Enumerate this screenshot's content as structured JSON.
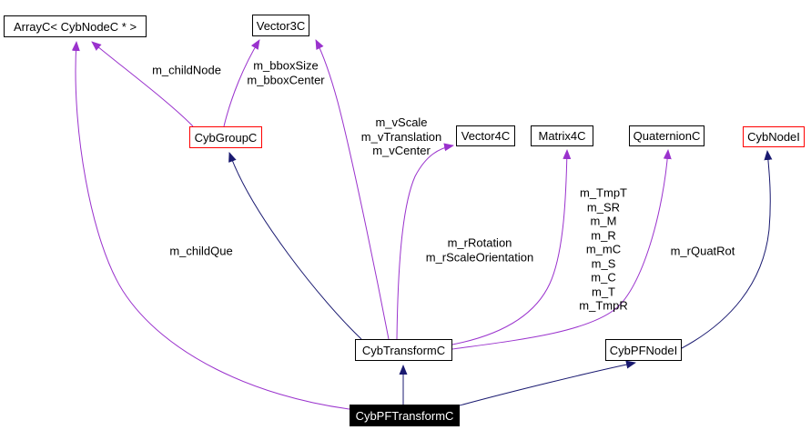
{
  "diagram": {
    "kind": "collaboration-graph",
    "colors": {
      "background": "#ffffff",
      "usage_edge": "#9a32cd",
      "inheritance_edge": "#191970",
      "node_border": "#000000",
      "highlight_node_border": "#ff0000",
      "focus_node_fill": "#000000",
      "focus_node_text": "#ffffff",
      "label_text": "#000000"
    },
    "nodes": [
      {
        "id": "arrayc",
        "label": "ArrayC< CybNodeC * >",
        "style": "normal"
      },
      {
        "id": "vector3c",
        "label": "Vector3C",
        "style": "normal"
      },
      {
        "id": "cybgroupc",
        "label": "CybGroupC",
        "style": "highlight"
      },
      {
        "id": "vector4c",
        "label": "Vector4C",
        "style": "normal"
      },
      {
        "id": "matrix4c",
        "label": "Matrix4C",
        "style": "normal"
      },
      {
        "id": "quaternionc",
        "label": "QuaternionC",
        "style": "normal"
      },
      {
        "id": "cybnodei",
        "label": "CybNodeI",
        "style": "highlight"
      },
      {
        "id": "cybtransformc",
        "label": "CybTransformC",
        "style": "normal"
      },
      {
        "id": "cybpfnodei",
        "label": "CybPFNodeI",
        "style": "normal"
      },
      {
        "id": "cybpftransformc",
        "label": "CybPFTransformC",
        "style": "focus"
      }
    ],
    "edges": [
      {
        "from": "cybgroupc",
        "to": "arrayc",
        "type": "usage",
        "labels": [
          "m_childNode"
        ]
      },
      {
        "from": "cybpftransformc",
        "to": "arrayc",
        "type": "usage",
        "labels": [
          "m_childQue"
        ]
      },
      {
        "from": "cybgroupc",
        "to": "vector3c",
        "type": "usage",
        "labels": [
          "m_bboxSize",
          "m_bboxCenter"
        ]
      },
      {
        "from": "cybtransformc",
        "to": "vector3c",
        "type": "usage",
        "labels": [
          "m_vScale",
          "m_vTranslation",
          "m_vCenter"
        ]
      },
      {
        "from": "cybtransformc",
        "to": "vector4c",
        "type": "usage",
        "labels": [
          "m_rRotation",
          "m_rScaleOrientation"
        ]
      },
      {
        "from": "cybtransformc",
        "to": "matrix4c",
        "type": "usage",
        "labels": [
          "m_TmpT",
          "m_SR",
          "m_M",
          "m_R",
          "m_mC",
          "m_S",
          "m_C",
          "m_T",
          "m_TmpR"
        ]
      },
      {
        "from": "cybtransformc",
        "to": "quaternionc",
        "type": "usage",
        "labels": [
          "m_rQuatRot"
        ]
      },
      {
        "from": "cybtransformc",
        "to": "cybgroupc",
        "type": "inheritance",
        "labels": []
      },
      {
        "from": "cybpfnodei",
        "to": "cybnodei",
        "type": "inheritance",
        "labels": []
      },
      {
        "from": "cybpftransformc",
        "to": "cybtransformc",
        "type": "inheritance",
        "labels": []
      },
      {
        "from": "cybpftransformc",
        "to": "cybpfnodei",
        "type": "inheritance",
        "labels": []
      }
    ]
  }
}
